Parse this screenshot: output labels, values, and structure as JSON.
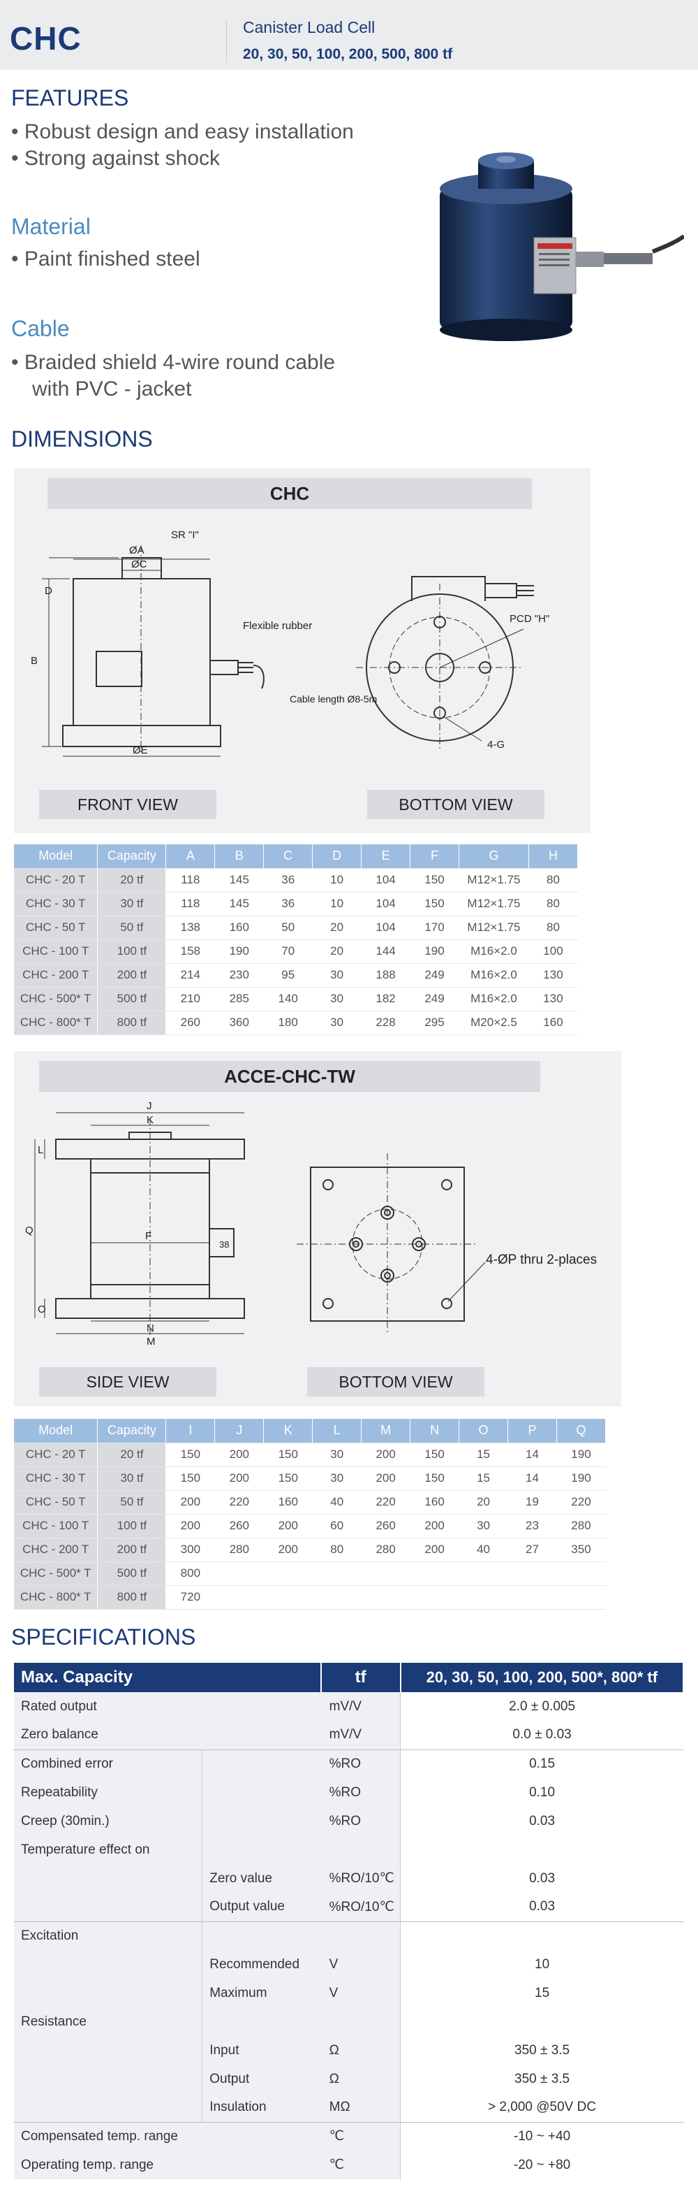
{
  "header": {
    "model": "CHC",
    "type": "Canister Load Cell",
    "capacities": "20, 30, 50, 100, 200, 500, 800 tf"
  },
  "features": {
    "title": "FEATURES",
    "items": [
      "• Robust design and easy installation",
      "• Strong against shock"
    ]
  },
  "material": {
    "title": "Material",
    "items": [
      "• Paint finished steel"
    ]
  },
  "cable": {
    "title": "Cable",
    "line1": "• Braided shield 4-wire round cable",
    "line2": "with PVC - jacket"
  },
  "dimensions": {
    "title": "DIMENSIONS",
    "chc_title": "CHC",
    "front_view": "FRONT VIEW",
    "bottom_view": "BOTTOM VIEW",
    "labels": {
      "sr": "SR \"I\"",
      "a": "ØA",
      "c": "ØC",
      "d": "D",
      "b": "B",
      "e": "ØE",
      "flex": "Flexible rubber",
      "cable_len": "Cable length Ø8-5m",
      "pcd": "PCD \"H\"",
      "g": "4-G"
    },
    "table1": {
      "headers": [
        "Model",
        "Capacity",
        "A",
        "B",
        "C",
        "D",
        "E",
        "F",
        "G",
        "H"
      ],
      "rows": [
        [
          "CHC - 20 T",
          "20 tf",
          "118",
          "145",
          "36",
          "10",
          "104",
          "150",
          "M12×1.75",
          "80"
        ],
        [
          "CHC - 30 T",
          "30 tf",
          "118",
          "145",
          "36",
          "10",
          "104",
          "150",
          "M12×1.75",
          "80"
        ],
        [
          "CHC - 50 T",
          "50 tf",
          "138",
          "160",
          "50",
          "20",
          "104",
          "170",
          "M12×1.75",
          "80"
        ],
        [
          "CHC - 100 T",
          "100 tf",
          "158",
          "190",
          "70",
          "20",
          "144",
          "190",
          "M16×2.0",
          "100"
        ],
        [
          "CHC - 200 T",
          "200 tf",
          "214",
          "230",
          "95",
          "30",
          "188",
          "249",
          "M16×2.0",
          "130"
        ],
        [
          "CHC - 500* T",
          "500 tf",
          "210",
          "285",
          "140",
          "30",
          "182",
          "249",
          "M16×2.0",
          "130"
        ],
        [
          "CHC - 800* T",
          "800 tf",
          "260",
          "360",
          "180",
          "30",
          "228",
          "295",
          "M20×2.5",
          "160"
        ]
      ]
    },
    "acce_title": "ACCE-CHC-TW",
    "side_view": "SIDE VIEW",
    "bottom_view2": "BOTTOM VIEW",
    "acce_labels": {
      "j": "J",
      "k": "K",
      "l": "L",
      "q": "Q",
      "f": "F",
      "n": "N",
      "m": "M",
      "o": "O",
      "r": "38",
      "holes": "4-ØP thru 2-places"
    },
    "table2": {
      "headers": [
        "Model",
        "Capacity",
        "I",
        "J",
        "K",
        "L",
        "M",
        "N",
        "O",
        "P",
        "Q"
      ],
      "rows": [
        [
          "CHC - 20 T",
          "20 tf",
          "150",
          "200",
          "150",
          "30",
          "200",
          "150",
          "15",
          "14",
          "190"
        ],
        [
          "CHC - 30 T",
          "30 tf",
          "150",
          "200",
          "150",
          "30",
          "200",
          "150",
          "15",
          "14",
          "190"
        ],
        [
          "CHC - 50 T",
          "50 tf",
          "200",
          "220",
          "160",
          "40",
          "220",
          "160",
          "20",
          "19",
          "220"
        ],
        [
          "CHC - 100 T",
          "100 tf",
          "200",
          "260",
          "200",
          "60",
          "260",
          "200",
          "30",
          "23",
          "280"
        ],
        [
          "CHC - 200 T",
          "200 tf",
          "300",
          "280",
          "200",
          "80",
          "280",
          "200",
          "40",
          "27",
          "350"
        ],
        [
          "CHC - 500* T",
          "500 tf",
          "800",
          "",
          "",
          "",
          "",
          "",
          "",
          "",
          ""
        ],
        [
          "CHC - 800* T",
          "800 tf",
          "720",
          "",
          "",
          "",
          "",
          "",
          "",
          "",
          ""
        ]
      ]
    }
  },
  "specifications": {
    "title": "SPECIFICATIONS",
    "header": {
      "label": "Max. Capacity",
      "unit": "tf",
      "value": "20, 30, 50, 100, 200, 500*, 800* tf"
    },
    "rated_output": {
      "label": "Rated output",
      "unit": "mV/V",
      "value": "2.0 ± 0.005"
    },
    "zero_balance": {
      "label": "Zero balance",
      "unit": "mV/V",
      "value": "0.0 ± 0.03"
    },
    "combined_error": {
      "label": "Combined error",
      "unit": "%RO",
      "value": "0.15"
    },
    "repeatability": {
      "label": "Repeatability",
      "unit": "%RO",
      "value": "0.10"
    },
    "creep": {
      "label": "Creep (30min.)",
      "unit": "%RO",
      "value": "0.03"
    },
    "temp_effect": {
      "label": "Temperature effect on"
    },
    "zero_value": {
      "label": "Zero value",
      "unit": "%RO/10℃",
      "value": "0.03"
    },
    "output_value": {
      "label": "Output  value",
      "unit": "%RO/10℃",
      "value": "0.03"
    },
    "excitation": {
      "label": "Excitation"
    },
    "recommended": {
      "label": "Recommended",
      "unit": "V",
      "value": "10"
    },
    "maximum": {
      "label": "Maximum",
      "unit": "V",
      "value": "15"
    },
    "resistance": {
      "label": "Resistance"
    },
    "input": {
      "label": "Input",
      "unit": "Ω",
      "value": "350 ± 3.5"
    },
    "output": {
      "label": "Output",
      "unit": "Ω",
      "value": "350 ± 3.5"
    },
    "insulation": {
      "label": "Insulation",
      "unit": "MΩ",
      "value": "> 2,000 @50V DC"
    },
    "comp_temp": {
      "label": "Compensated temp. range",
      "unit": "℃",
      "value": "-10 ~ +40"
    },
    "op_temp": {
      "label": "Operating temp. range",
      "unit": "℃",
      "value": "-20 ~ +80"
    }
  }
}
